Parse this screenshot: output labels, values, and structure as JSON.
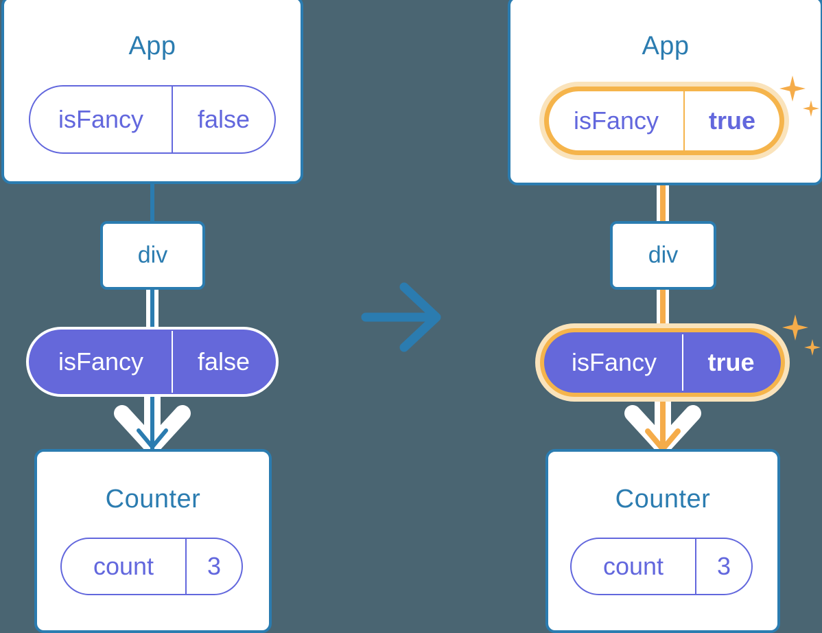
{
  "diagram": {
    "title": "React state propagation before and after",
    "background_color": "#4a6572",
    "accent_blue": "#2b7cb0",
    "accent_indigo": "#6568da",
    "accent_orange": "#f5ac4a",
    "accent_orange_glow": "#fae3bb",
    "transition_icon": "arrow-right-icon"
  },
  "before": {
    "app": {
      "title": "App",
      "state": {
        "key": "isFancy",
        "value": "false"
      }
    },
    "div": {
      "title": "div"
    },
    "prop": {
      "key": "isFancy",
      "value": "false"
    },
    "counter": {
      "title": "Counter",
      "state": {
        "key": "count",
        "value": "3"
      }
    }
  },
  "after": {
    "app": {
      "title": "App",
      "state": {
        "key": "isFancy",
        "value": "true"
      }
    },
    "div": {
      "title": "div"
    },
    "prop": {
      "key": "isFancy",
      "value": "true"
    },
    "counter": {
      "title": "Counter",
      "state": {
        "key": "count",
        "value": "3"
      }
    },
    "sparkle_icons": [
      "sparkle-icon-large",
      "sparkle-icon-small"
    ]
  }
}
